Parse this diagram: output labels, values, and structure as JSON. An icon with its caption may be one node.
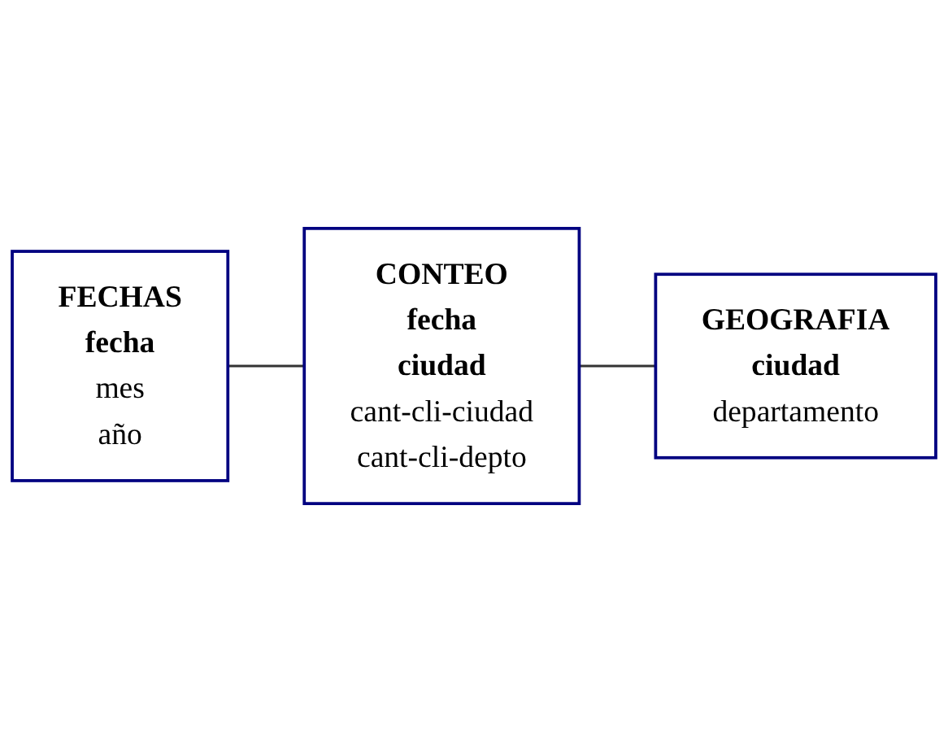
{
  "diagram": {
    "nodes": [
      {
        "text": [
          "FECHAS",
          "**fecha**",
          "mes",
          "año"
        ]
      },
      {
        "text": [
          "CONTEO",
          "**fecha**",
          "**ciudad**",
          "cant-cli-ciudad",
          "cant-cli-depto"
        ]
      },
      {
        "text": [
          "GEOGRAFIA",
          "**ciudad**",
          "departamento"
        ]
      }
    ],
    "edges": [
      {
        "from": 0,
        "to": 1,
        "arrow": "none"
      },
      {
        "from": 1,
        "to": 2,
        "arrow": "none"
      }
    ]
  }
}
